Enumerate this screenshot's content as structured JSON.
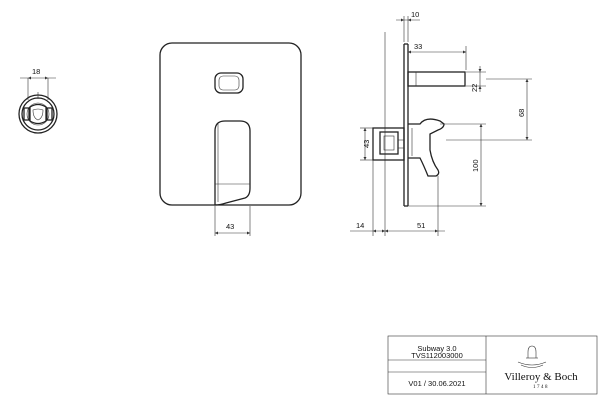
{
  "dimensions": {
    "knob_width": "18",
    "cover_lever_width": "43",
    "body_depth_top": "10",
    "spout_length": "33",
    "spout_diameter": "22",
    "spout_height": "68",
    "cartridge_height": "43",
    "lever_height": "100",
    "wall_offset": "14",
    "body_depth": "51"
  },
  "title_block": {
    "product_name": "Subway 3.0",
    "article_number": "TVS112003000",
    "version_date": "V01 / 30.06.2021",
    "brand_name": "Villeroy & Boch",
    "brand_year": "1748"
  }
}
